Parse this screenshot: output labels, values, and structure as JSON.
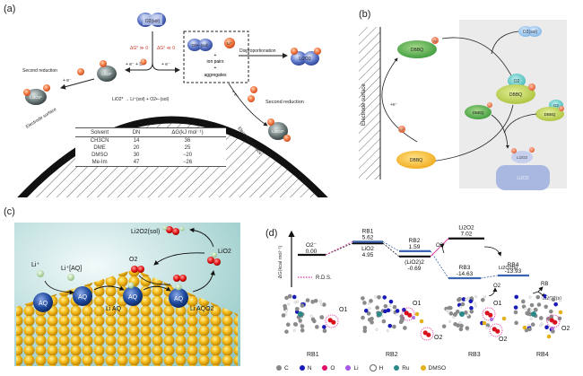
{
  "panels": {
    "a": {
      "label": "(a)",
      "o2_top": "O2(sol)",
      "dg_left": "ΔG° ≫ 0",
      "dg_right": "ΔG° ≪ 0",
      "left_path": "+ e⁻ + Li⁺",
      "right_path": "+ e⁻",
      "box_superoxide": "O2•−(sol)",
      "box_li": "Li⁺",
      "box_plus1": "+",
      "box_ion_pairs": "ion pairs",
      "box_plus2": "+",
      "box_aggregates": "aggregates",
      "disproportionation": "Disproportionation",
      "li2o2_right": "Li2O2",
      "second_reduction_left": "Second reduction",
      "second_reduction_right": "Second reduction",
      "e_minus_left": "+ e⁻",
      "e_minus_right": "+ e⁻",
      "lio2_surface": "LiO2*",
      "li2o2_left": "Li2O2*",
      "li2o2_right_surface": "Li2O2*",
      "equilibrium": "LiO2* → Li⁺(sol) + O2•−(sol)",
      "electrode_surface_left": "Electrode surface",
      "electrode_surface_right": "Electrode surface",
      "table": {
        "headers": [
          "Solvent",
          "DN",
          "ΔG(kJ mol⁻¹)"
        ],
        "rows": [
          [
            "CH3CN",
            "14",
            "36"
          ],
          [
            "DME",
            "20",
            "25"
          ],
          [
            "DMSO",
            "30",
            "−20"
          ],
          [
            "Me-Im",
            "47",
            "−26"
          ]
        ]
      }
    },
    "b": {
      "label": "(b)",
      "electrode_surface": "Electrode surface",
      "e_minus": "+e⁻",
      "li_plus": "Li⁺",
      "dbbq_li_top": "DBBQ",
      "li_tag": "Li",
      "o2_sol": "O2(sol)",
      "o2": "O2",
      "dbbq_center": "DBBQ",
      "dbbq_small_left": "DBBQ",
      "dbbq_small_right": "DBBQ",
      "o2_small": "O2",
      "dbbq_bottom": "DBBQ",
      "li2o2_small": "Li2O2",
      "li2o2_bulk": "Li2O2"
    },
    "c": {
      "label": "(c)",
      "li_plus": "Li⁺",
      "li_aq": "Li⁺[AQ]",
      "aq": "AQ",
      "li_aq_surface": "Li AQ",
      "li_aqo2": "Li AQO2",
      "o2": "O2",
      "lio2": "LiO2",
      "li2o2_sol": "Li2O2(sol)"
    },
    "d": {
      "label": "(d)",
      "ylabel": "ΔG(kcal mol⁻¹)",
      "rds_legend": "R.D.S.",
      "o2_label_1": "O2",
      "o2_label_2": "O2",
      "product_top": "Li2O2(s)",
      "product_bottom": "Li2O2(s)",
      "rb_product": "RB",
      "structures": [
        "RB1",
        "RB2",
        "RB3",
        "RB4"
      ],
      "o_labels": [
        "O1",
        "O1",
        "O2",
        "O1",
        "O2",
        "O2"
      ],
      "legend": [
        {
          "symbol": "C",
          "color": "#888888"
        },
        {
          "symbol": "N",
          "color": "#1a1ab8"
        },
        {
          "symbol": "O",
          "color": "#e0106a"
        },
        {
          "symbol": "Li",
          "color": "#a855e8"
        },
        {
          "symbol": "H",
          "color": "#ffffff"
        },
        {
          "symbol": "Ru",
          "color": "#2a8a8a"
        },
        {
          "symbol": "DMSO",
          "color": "#e2b21c"
        }
      ]
    }
  },
  "chart_data": {
    "type": "line",
    "title": "",
    "xlabel": "",
    "ylabel": "ΔG(kcal mol⁻¹)",
    "series": [
      {
        "name": "LiO2 pathway (black)",
        "color": "#111111",
        "levels": [
          {
            "label": "O2⁻",
            "value": 0.0
          },
          {
            "label": "LiO2",
            "value": 4.95
          },
          {
            "label": "(LiO2)2",
            "value": -0.69
          },
          {
            "label": "Li2O2",
            "value": 7.02
          }
        ]
      },
      {
        "name": "RB pathway (blue)",
        "color": "#3a64b0",
        "levels": [
          {
            "label": "O2⁻",
            "value": 0.0
          },
          {
            "label": "RB1",
            "value": 5.62
          },
          {
            "label": "RB2",
            "value": 1.59
          },
          {
            "label": "RB3",
            "value": -14.63
          },
          {
            "label": "RB4",
            "value": -13.93
          }
        ]
      }
    ],
    "annotations": [
      "R.D.S. (pink dotted)"
    ],
    "legend": "bottom-left"
  }
}
